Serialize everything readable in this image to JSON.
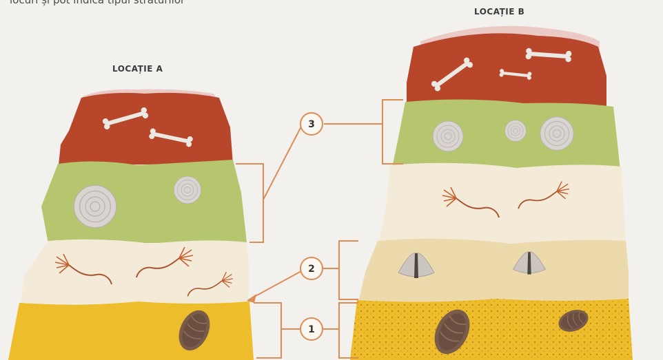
{
  "caption": "locuri și pot indica tipul straturilor",
  "labels": {
    "location_a": "LOCAȚIE A",
    "location_b": "LOCAȚIE B"
  },
  "markers": [
    "1",
    "2",
    "3"
  ],
  "colors": {
    "background": "#f2f1ee",
    "top_pink": "#ebc9c4",
    "red_layer": "#b8462a",
    "green_layer": "#b5c66f",
    "cream_layer": "#f4ead8",
    "beige_layer": "#ecd9ac",
    "yellow_layer": "#eebd2b",
    "connector": "#dd8c55"
  },
  "icons": [
    "bone-icon",
    "ammonite-icon",
    "crinoid-icon",
    "brachiopod-icon",
    "trilobite-icon"
  ]
}
